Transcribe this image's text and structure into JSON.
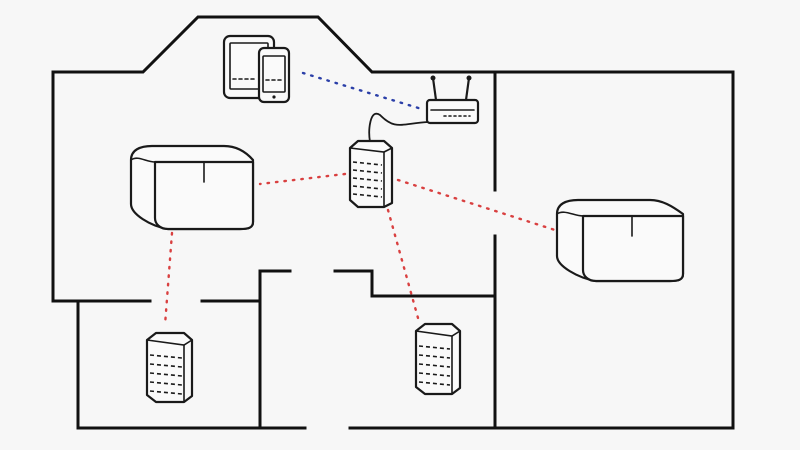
{
  "diagram": {
    "colors": {
      "background": "#f7f7f7",
      "walls": "#111111",
      "wifi_link": "#d94040",
      "device_link": "#2b3fa8"
    },
    "devices": [
      {
        "id": "phone-tablet",
        "icon": "tablet-and-phone-icon"
      },
      {
        "id": "router",
        "icon": "router-icon"
      },
      {
        "id": "speaker-left",
        "icon": "smart-speaker-icon"
      },
      {
        "id": "speaker-right",
        "icon": "smart-speaker-icon"
      },
      {
        "id": "node-center",
        "icon": "mesh-node-icon"
      },
      {
        "id": "node-bottom-left",
        "icon": "mesh-node-icon"
      },
      {
        "id": "node-bottom-middle",
        "icon": "mesh-node-icon"
      }
    ],
    "links": [
      {
        "from": "phone-tablet",
        "to": "router",
        "kind": "wireless-device",
        "color": "#2b3fa8"
      },
      {
        "from": "router",
        "to": "node-center",
        "kind": "wired",
        "color": "#1a1a1a"
      },
      {
        "from": "node-center",
        "to": "speaker-left",
        "kind": "wireless-mesh",
        "color": "#d94040"
      },
      {
        "from": "node-center",
        "to": "speaker-right",
        "kind": "wireless-mesh",
        "color": "#d94040"
      },
      {
        "from": "node-center",
        "to": "node-bottom-middle",
        "kind": "wireless-mesh",
        "color": "#d94040"
      },
      {
        "from": "speaker-left",
        "to": "node-bottom-left",
        "kind": "wireless-mesh",
        "color": "#d94040"
      }
    ]
  }
}
